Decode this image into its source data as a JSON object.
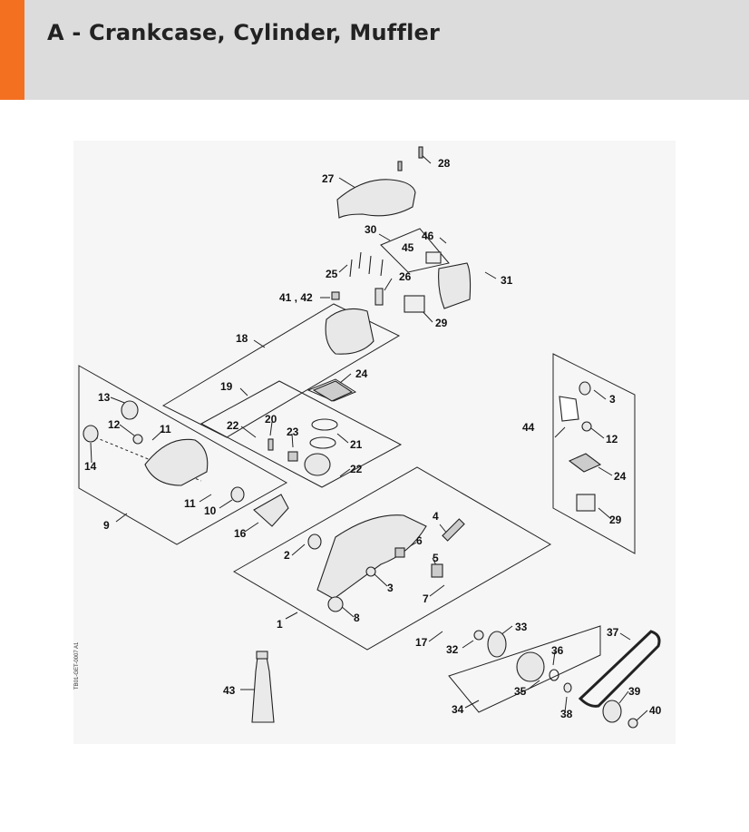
{
  "header": {
    "title": "A - Crankcase, Cylinder, Muffler",
    "accent_color": "#f37021",
    "background": "#dcdcdc"
  },
  "doc_code": "TB01-GET-0007",
  "doc_sub": "A1",
  "labels": [
    "1",
    "2",
    "3",
    "4",
    "5",
    "6",
    "7",
    "8",
    "9",
    "10",
    "11",
    "11",
    "12",
    "12",
    "13",
    "14",
    "16",
    "17",
    "18",
    "19",
    "20",
    "21",
    "22",
    "22",
    "23",
    "24",
    "24",
    "25",
    "26",
    "27",
    "28",
    "29",
    "29",
    "30",
    "31",
    "32",
    "33",
    "34",
    "35",
    "36",
    "37",
    "38",
    "39",
    "40",
    "41 , 42",
    "43",
    "44",
    "45",
    "46",
    "3"
  ]
}
